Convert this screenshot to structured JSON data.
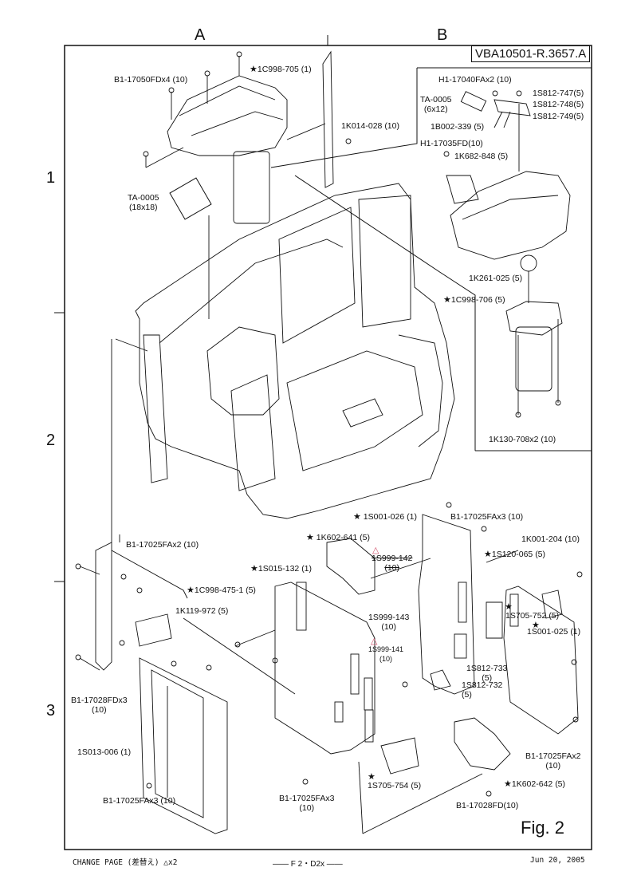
{
  "grid": {
    "columns": [
      "A",
      "B"
    ],
    "rows": [
      "1",
      "2",
      "3"
    ]
  },
  "document_number": "VBA10501-R.3657.A",
  "figure_label": "Fig. 2",
  "footer": {
    "left": "CHANGE PAGE (差替え) △x2",
    "center": "F 2・D2x",
    "right": "Jun 20, 2005"
  },
  "parts": [
    {
      "id": "p1",
      "star": false,
      "code": "B1-17050FDx4",
      "qty": "(10)"
    },
    {
      "id": "p2",
      "star": true,
      "code": "1C998-705",
      "qty": "(1)"
    },
    {
      "id": "p3",
      "star": false,
      "code": "1K014-028",
      "qty": "(10)"
    },
    {
      "id": "p4",
      "star": false,
      "code": "TA-0005",
      "qty": "(18x18)"
    },
    {
      "id": "p5",
      "star": false,
      "code": "H1-17040FAx2",
      "qty": "(10)"
    },
    {
      "id": "p6",
      "star": false,
      "code": "TA-0005",
      "qty": "(6x12)"
    },
    {
      "id": "p7",
      "star": false,
      "code": "1S812-747",
      "qty": "(5)"
    },
    {
      "id": "p8",
      "star": false,
      "code": "1S812-748",
      "qty": "(5)"
    },
    {
      "id": "p9",
      "star": false,
      "code": "1S812-749",
      "qty": "(5)"
    },
    {
      "id": "p10",
      "star": false,
      "code": "1B002-339",
      "qty": "(5)"
    },
    {
      "id": "p11",
      "star": false,
      "code": "H1-17035FD",
      "qty": "(10)"
    },
    {
      "id": "p12",
      "star": false,
      "code": "1K682-848",
      "qty": "(5)"
    },
    {
      "id": "p13",
      "star": false,
      "code": "1K261-025",
      "qty": "(5)"
    },
    {
      "id": "p14",
      "star": true,
      "code": "1C998-706",
      "qty": "(5)"
    },
    {
      "id": "p15",
      "star": false,
      "code": "1K130-708x2",
      "qty": "(10)"
    },
    {
      "id": "p16",
      "star": true,
      "code": "1S001-026",
      "qty": "(1)"
    },
    {
      "id": "p17",
      "star": false,
      "code": "B1-17025FAx3",
      "qty": "(10)"
    },
    {
      "id": "p18",
      "star": true,
      "code": "1K602-641",
      "qty": "(5)"
    },
    {
      "id": "p19",
      "star": false,
      "code": "1S999-142",
      "qty": "(10)",
      "revised": true,
      "struck": true
    },
    {
      "id": "p20",
      "star": false,
      "code": "1K001-204",
      "qty": "(10)"
    },
    {
      "id": "p21",
      "star": true,
      "code": "1S120-065",
      "qty": "(5)"
    },
    {
      "id": "p22",
      "star": false,
      "code": "B1-17025FAx2",
      "qty": "(10)"
    },
    {
      "id": "p23",
      "star": true,
      "code": "1S015-132",
      "qty": "(1)"
    },
    {
      "id": "p24",
      "star": true,
      "code": "1C998-475-1",
      "qty": "(5)"
    },
    {
      "id": "p25",
      "star": false,
      "code": "1K119-972",
      "qty": "(5)"
    },
    {
      "id": "p26",
      "star": false,
      "code": "1S999-143",
      "qty": "(10)"
    },
    {
      "id": "p27",
      "star": false,
      "code": "1S999-141",
      "qty": "(10)",
      "revised": true
    },
    {
      "id": "p28",
      "star": true,
      "code": "1S705-752",
      "qty": "(5)"
    },
    {
      "id": "p29",
      "star": true,
      "code": "1S001-025",
      "qty": "(1)"
    },
    {
      "id": "p30",
      "star": false,
      "code": "1S812-733",
      "qty": "(5)"
    },
    {
      "id": "p31",
      "star": false,
      "code": "1S812-732",
      "qty": "(5)"
    },
    {
      "id": "p32",
      "star": false,
      "code": "B1-17028FDx3",
      "qty": "(10)"
    },
    {
      "id": "p33",
      "star": false,
      "code": "1S013-006",
      "qty": "(1)"
    },
    {
      "id": "p34",
      "star": false,
      "code": "B1-17025FAx3",
      "qty": "(10)"
    },
    {
      "id": "p35",
      "star": false,
      "code": "B1-17025FAx3",
      "qty": "(10)"
    },
    {
      "id": "p36",
      "star": true,
      "code": "1S705-754",
      "qty": "(5)"
    },
    {
      "id": "p37",
      "star": false,
      "code": "B1-17025FAx2",
      "qty": "(10)"
    },
    {
      "id": "p38",
      "star": true,
      "code": "1K602-642",
      "qty": "(5)"
    },
    {
      "id": "p39",
      "star": false,
      "code": "B1-17028FD",
      "qty": "(10)"
    }
  ],
  "symbols": {
    "star": "★",
    "revision": "△"
  }
}
